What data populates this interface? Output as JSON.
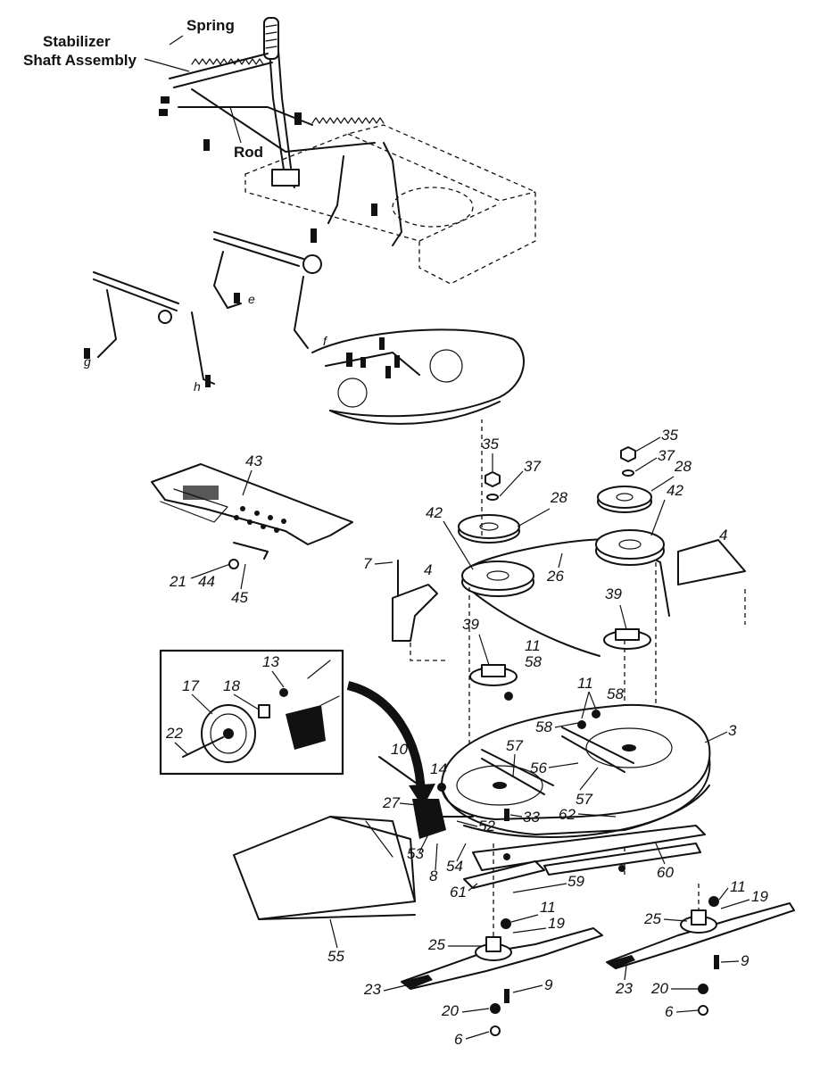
{
  "labels": {
    "spring": "Spring",
    "stabilizer_line1": "Stabilizer",
    "stabilizer_line2": "Shaft Assembly",
    "rod": "Rod"
  },
  "letters": {
    "e": "e",
    "f": "f",
    "g": "g",
    "h": "h"
  },
  "callouts": {
    "n3": "3",
    "n4a": "4",
    "n4b": "4",
    "n6a": "6",
    "n6b": "6",
    "n7": "7",
    "n8": "8",
    "n9a": "9",
    "n9b": "9",
    "n10": "10",
    "n11a": "11",
    "n11b": "11",
    "n11c": "11",
    "n11d": "11",
    "n13": "13",
    "n14": "14",
    "n17": "17",
    "n18": "18",
    "n19a": "19",
    "n19b": "19",
    "n20a": "20",
    "n20b": "20",
    "n21": "21",
    "n22": "22",
    "n23a": "23",
    "n23b": "23",
    "n25a": "25",
    "n25b": "25",
    "n26": "26",
    "n27": "27",
    "n28a": "28",
    "n28b": "28",
    "n33": "33",
    "n35a": "35",
    "n35b": "35",
    "n37a": "37",
    "n37b": "37",
    "n39a": "39",
    "n39b": "39",
    "n42a": "42",
    "n42b": "42",
    "n43": "43",
    "n44": "44",
    "n45": "45",
    "n52": "52",
    "n53": "53",
    "n54": "54",
    "n55": "55",
    "n56": "56",
    "n57a": "57",
    "n57b": "57",
    "n58a": "58",
    "n58b": "58",
    "n58c": "58",
    "n59": "59",
    "n60": "60",
    "n61": "61",
    "n62": "62"
  }
}
